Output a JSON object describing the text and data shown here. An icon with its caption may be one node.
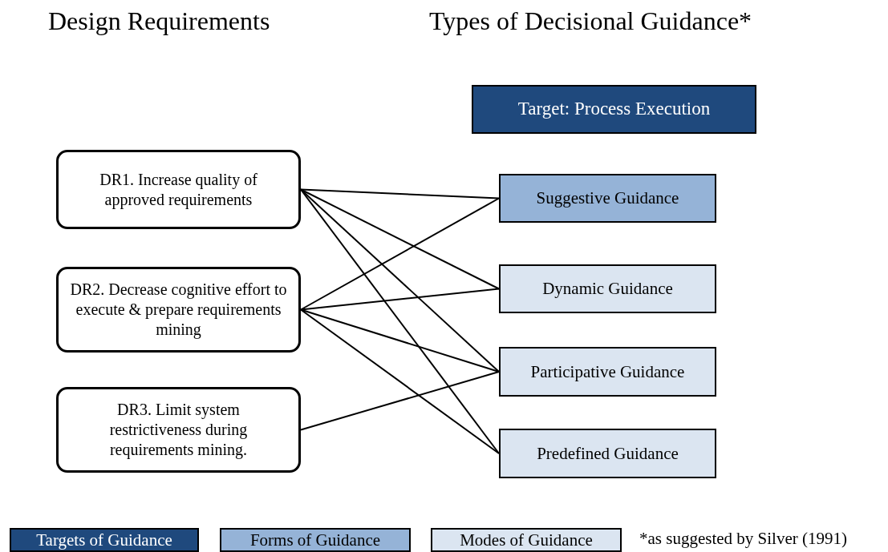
{
  "diagram": {
    "nodes": [
      {
        "text": [
          "DR1. Increase quality of approved requirements"
        ]
      },
      {
        "text": [
          "DR2. Decrease cognitive effort to execute & prepare requirements mining"
        ]
      },
      {
        "text": [
          "DR3. Limit system restrictiveness during requirements mining."
        ]
      },
      {
        "text": [
          "Target: Process Execution"
        ]
      },
      {
        "text": [
          "Suggestive Guidance"
        ]
      },
      {
        "text": [
          "Dynamic Guidance"
        ]
      },
      {
        "text": [
          "Participative Guidance"
        ]
      },
      {
        "text": [
          "Predefined Guidance"
        ]
      }
    ],
    "edges": [
      {
        "from": 0,
        "to": 4,
        "arrow": "none"
      },
      {
        "from": 0,
        "to": 5,
        "arrow": "none"
      },
      {
        "from": 0,
        "to": 6,
        "arrow": "none"
      },
      {
        "from": 0,
        "to": 7,
        "arrow": "none"
      },
      {
        "from": 1,
        "to": 4,
        "arrow": "none"
      },
      {
        "from": 1,
        "to": 5,
        "arrow": "none"
      },
      {
        "from": 1,
        "to": 6,
        "arrow": "none"
      },
      {
        "from": 1,
        "to": 7,
        "arrow": "none"
      },
      {
        "from": 2,
        "to": 6,
        "arrow": "none"
      }
    ],
    "labels": [
      "Design Requirements",
      "Types of Decisional Guidance*",
      "*as suggested by Silver (1991)"
    ],
    "legend": [
      {
        "text": "Targets of Guidance",
        "color": "#1f497d"
      },
      {
        "text": "Forms of Guidance",
        "color": "#95b3d7"
      },
      {
        "text": "Modes of Guidance",
        "color": "#dbe5f1"
      }
    ]
  }
}
